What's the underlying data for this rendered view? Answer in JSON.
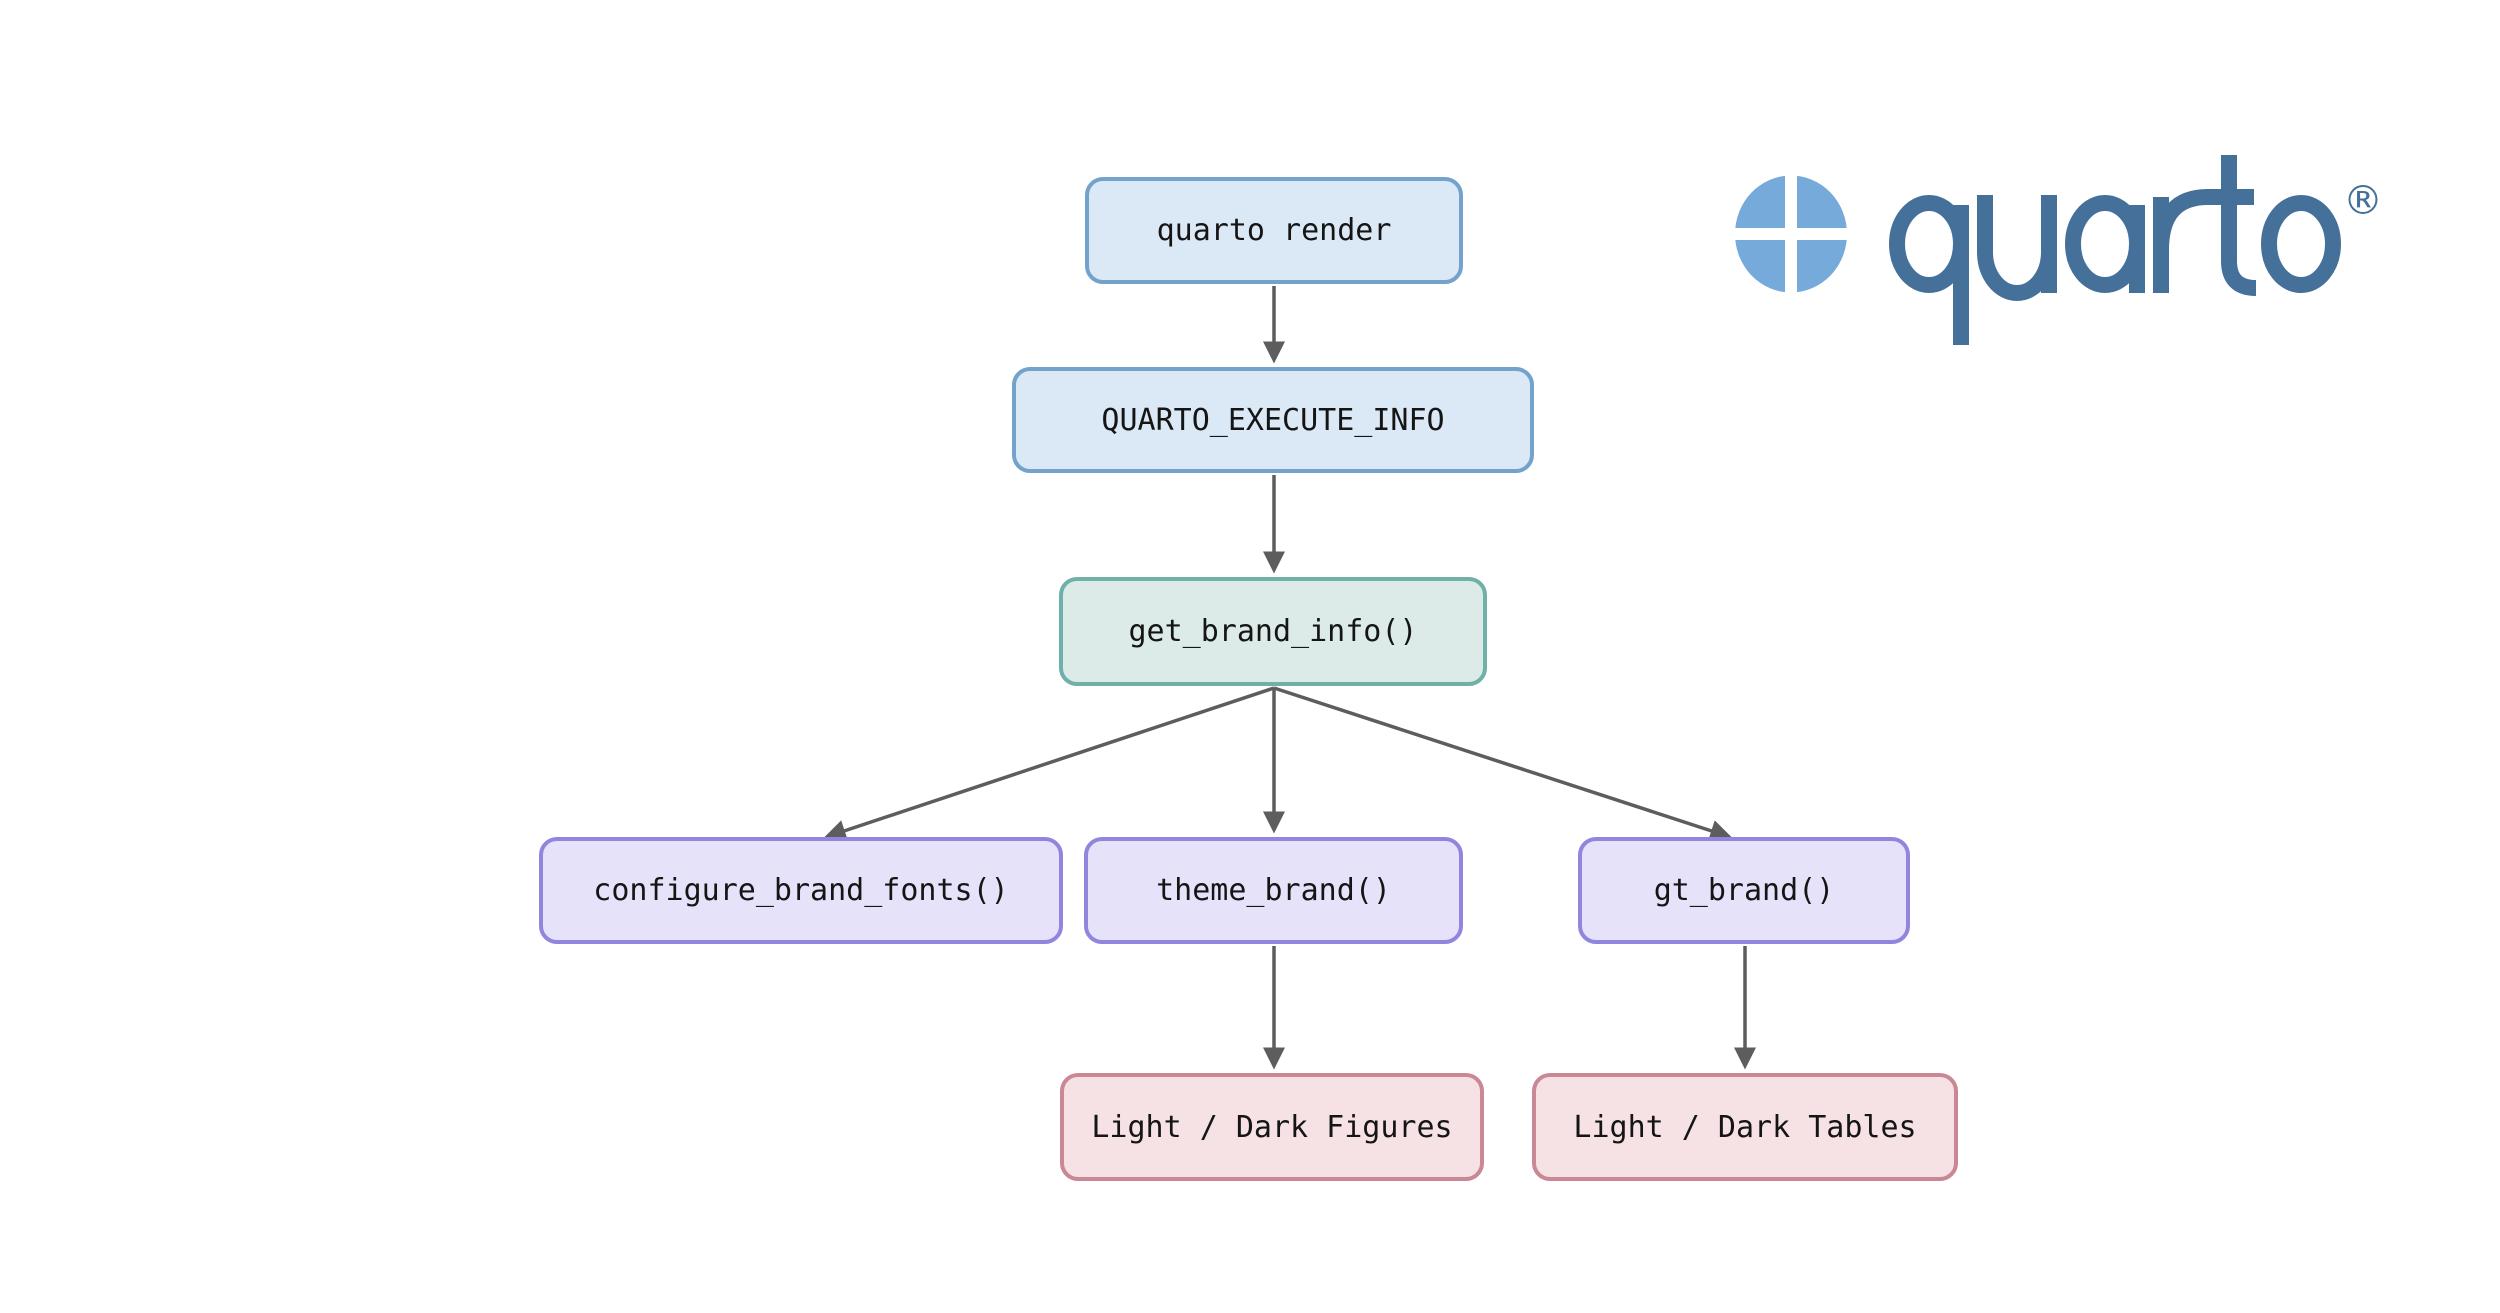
{
  "palette": {
    "canvas-bg": "#ffffff",
    "label": "#151515",
    "arrow": "#5d5d5d",
    "blue-fill": "#dbe8f5",
    "blue-border": "#73a2cb",
    "teal-fill": "#dcebe7",
    "teal-border": "#6fb0a8",
    "purple-fill": "#e6e2f9",
    "purple-border": "#9086dd",
    "pink-fill": "#f6e2e5",
    "pink-border": "#c98893",
    "logo-mark": "#75aadb",
    "logo-text": "#447099"
  },
  "logo": {
    "wordmark": "quarto",
    "registered_mark": "®"
  },
  "diagram": {
    "nodes": [
      {
        "id": "quarto-render",
        "label": "quarto render",
        "kind": "blue"
      },
      {
        "id": "quarto-execute-info",
        "label": "QUARTO_EXECUTE_INFO",
        "kind": "blue"
      },
      {
        "id": "get-brand-info",
        "label": "get_brand_info()",
        "kind": "teal"
      },
      {
        "id": "configure-brand-fonts",
        "label": "configure_brand_fonts()",
        "kind": "purple"
      },
      {
        "id": "theme-brand",
        "label": "theme_brand()",
        "kind": "purple"
      },
      {
        "id": "gt-brand",
        "label": "gt_brand()",
        "kind": "purple"
      },
      {
        "id": "light-dark-figures",
        "label": "Light / Dark Figures",
        "kind": "pink"
      },
      {
        "id": "light-dark-tables",
        "label": "Light / Dark Tables",
        "kind": "pink"
      }
    ],
    "edges": [
      {
        "from": "quarto-render",
        "to": "quarto-execute-info"
      },
      {
        "from": "quarto-execute-info",
        "to": "get-brand-info"
      },
      {
        "from": "get-brand-info",
        "to": "configure-brand-fonts"
      },
      {
        "from": "get-brand-info",
        "to": "theme-brand"
      },
      {
        "from": "get-brand-info",
        "to": "gt-brand"
      },
      {
        "from": "theme-brand",
        "to": "light-dark-figures"
      },
      {
        "from": "gt-brand",
        "to": "light-dark-tables"
      }
    ]
  }
}
